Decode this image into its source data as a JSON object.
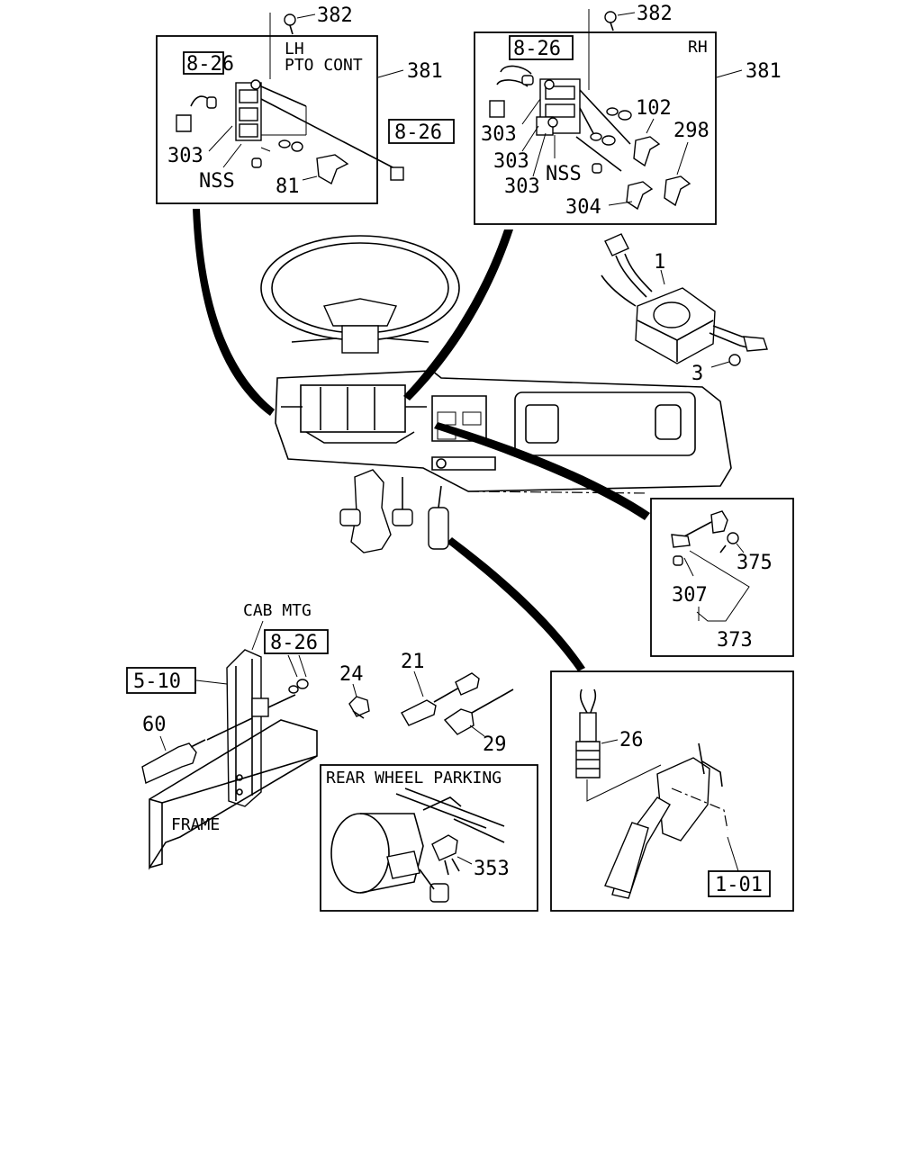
{
  "lh_panel": {
    "title_line1": "LH",
    "title_line2": "PTO CONT",
    "ref": "8-26",
    "ref2": "8-26",
    "callouts": {
      "screw": "382",
      "assembly": "381",
      "socket": "303",
      "nss": "NSS",
      "knob": "81"
    }
  },
  "rh_panel": {
    "title": "RH",
    "ref": "8-26",
    "callouts": {
      "screw": "382",
      "assembly": "381",
      "knob_a": "102",
      "knob_b": "298",
      "socket_a": "303",
      "socket_b": "303",
      "socket_c": "303",
      "nss": "NSS",
      "knob_c": "304"
    }
  },
  "combination_switch": {
    "callout_main": "1",
    "callout_screw": "3"
  },
  "dash_switch_panel": {
    "callouts": {
      "screw": "375",
      "bulb": "307",
      "assembly": "373"
    }
  },
  "cab_mtg": {
    "title": "CAB MTG",
    "ref_a": "5-10",
    "ref_b": "8-26",
    "frame_label": "FRAME",
    "callout_switch": "60"
  },
  "misc_parts": {
    "clip": "24",
    "sensor_a": "21",
    "sensor_b": "29"
  },
  "rear_wheel_parking": {
    "title": "REAR WHEEL PARKING",
    "callout": "353"
  },
  "pedal_panel": {
    "callout_switch": "26",
    "ref": "1-01"
  }
}
